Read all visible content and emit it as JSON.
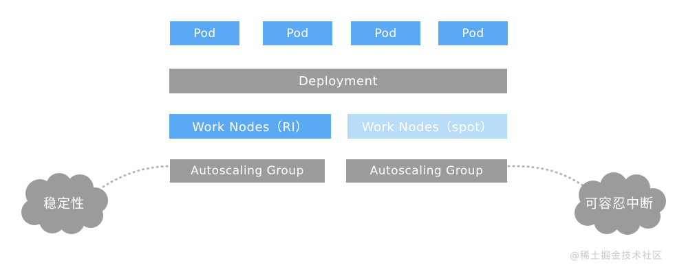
{
  "diagram": {
    "pods": [
      {
        "label": "Pod"
      },
      {
        "label": "Pod"
      },
      {
        "label": "Pod"
      },
      {
        "label": "Pod"
      }
    ],
    "deployment": {
      "label": "Deployment"
    },
    "work_nodes": [
      {
        "label": "Work Nodes（RI）",
        "variant": "ri"
      },
      {
        "label": "Work Nodes（spot）",
        "variant": "spot"
      }
    ],
    "autoscaling_groups": [
      {
        "label": "Autoscaling Group"
      },
      {
        "label": "Autoscaling Group"
      }
    ],
    "clouds": [
      {
        "label": "稳定性",
        "side": "left"
      },
      {
        "label": "可容忍中断",
        "side": "right"
      }
    ],
    "connectors": [
      {
        "from": "cloud-left",
        "to": "autoscaling-group-left",
        "style": "dotted"
      },
      {
        "from": "autoscaling-group-right",
        "to": "cloud-right",
        "style": "dotted"
      }
    ]
  },
  "watermark": {
    "text": "@稀土掘金技术社区"
  },
  "colors": {
    "blue": "#5ba9f5",
    "light_blue": "#b9ddf8",
    "gray": "#9b9b9b",
    "cloud_gray": "#9b9b9b",
    "dotted_line": "#b5b5b5",
    "background": "#ffffff",
    "watermark": "#c9c9c9"
  }
}
